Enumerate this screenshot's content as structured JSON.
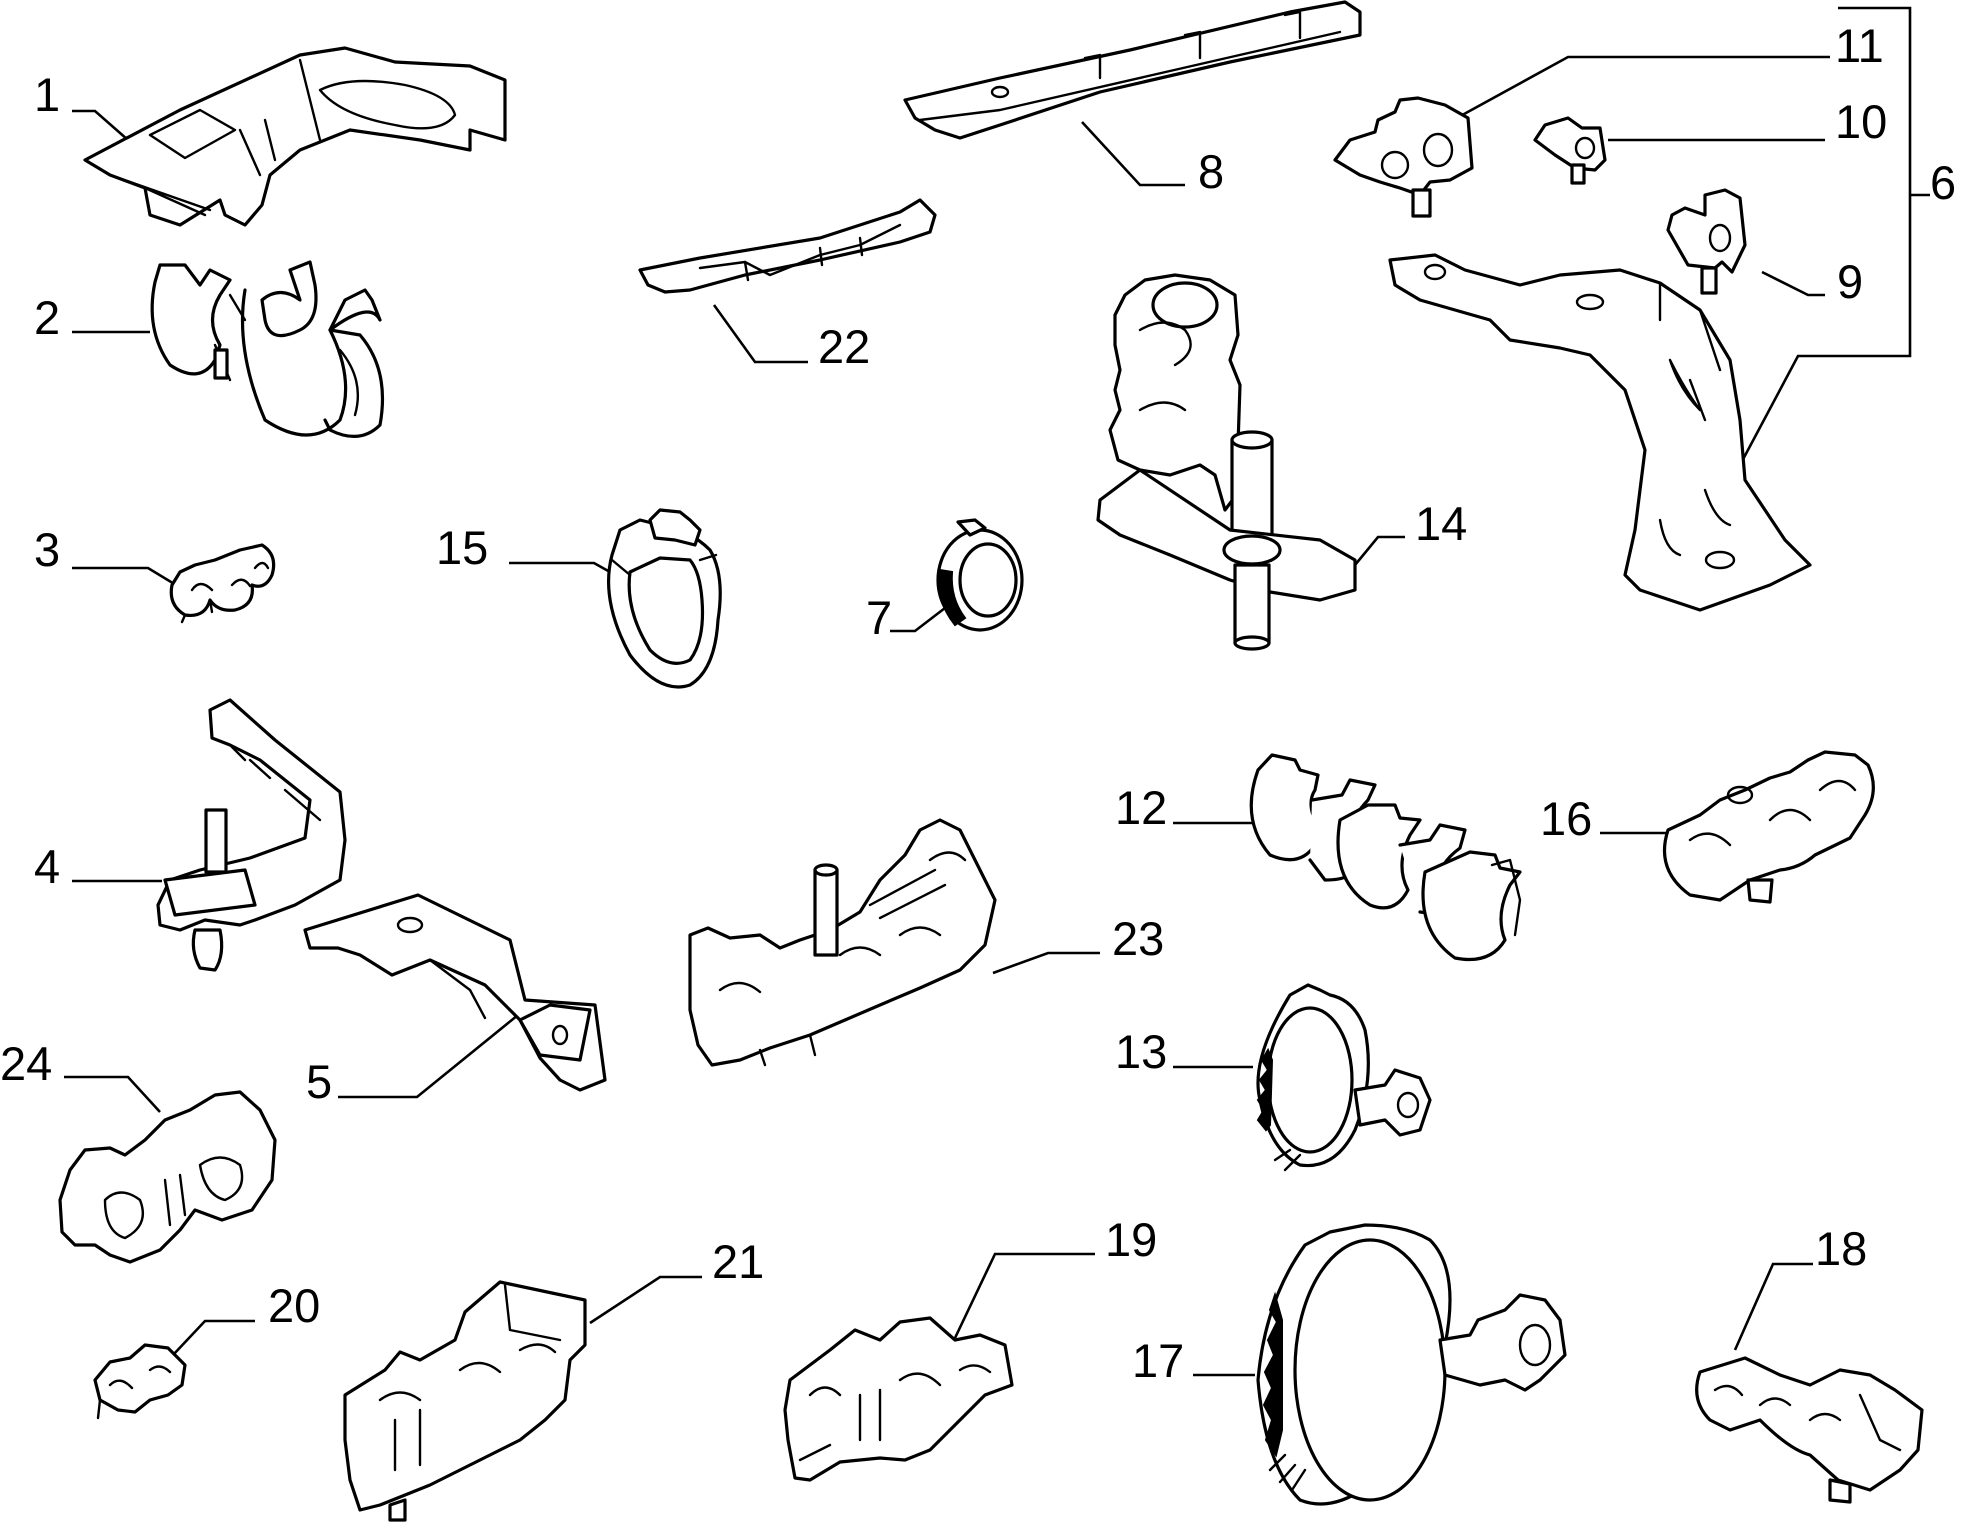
{
  "diagram": {
    "callouts": [
      "1",
      "2",
      "3",
      "4",
      "5",
      "6",
      "7",
      "8",
      "9",
      "10",
      "11",
      "12",
      "13",
      "14",
      "15",
      "16",
      "17",
      "18",
      "19",
      "20",
      "21",
      "22",
      "23",
      "24"
    ],
    "colors": {
      "ink": "#000000",
      "paper": "#ffffff"
    }
  }
}
